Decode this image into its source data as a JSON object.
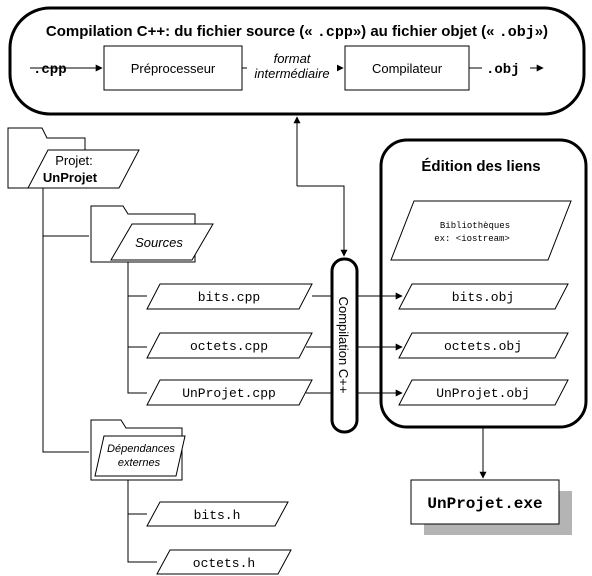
{
  "top_box": {
    "title_prefix": "Compilation C++: du fichier source (« ",
    "title_src_ext": ".cpp",
    "title_middle": "») au fichier objet (« ",
    "title_obj_ext": ".obj",
    "title_suffix": "»)",
    "input_label": ".cpp",
    "preprocessor": "Préprocesseur",
    "intermediate_line1": "format",
    "intermediate_line2": "intermédiaire",
    "compiler": "Compilateur",
    "output_label": ".obj"
  },
  "project": {
    "label_line1": "Projet:",
    "name": "UnProjet",
    "sources_folder": "Sources",
    "deps_line1": "Dépendances",
    "deps_line2": "externes"
  },
  "source_files": [
    "bits.cpp",
    "octets.cpp",
    "UnProjet.cpp"
  ],
  "header_files": [
    "bits.h",
    "octets.h"
  ],
  "compilation_label": "Compilation C++",
  "link_box": {
    "title": "Édition des liens",
    "libraries_line1": "Bibliothèques",
    "libraries_line2": "ex: <iostream>",
    "objects": [
      "bits.obj",
      "octets.obj",
      "UnProjet.obj"
    ]
  },
  "executable": "UnProjet.exe"
}
